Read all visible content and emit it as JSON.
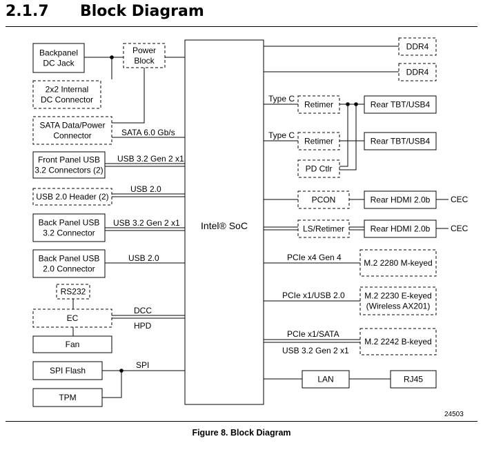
{
  "section": {
    "number": "2.1.7",
    "title": "Block Diagram"
  },
  "blocks": {
    "backpanel_dc_jack": [
      "Backpanel",
      "DC Jack"
    ],
    "power_block": [
      "Power",
      "Block"
    ],
    "internal_dc": [
      "2x2 Internal",
      "DC Connector"
    ],
    "sata_conn": [
      "SATA Data/Power",
      "Connector"
    ],
    "front_usb": [
      "Front Panel USB",
      "3.2 Connectors (2)"
    ],
    "usb2_header": [
      "USB 2.0 Header (2)"
    ],
    "back_usb32": [
      "Back Panel USB",
      "3.2 Connector"
    ],
    "back_usb20": [
      "Back Panel USB",
      "2.0 Connector"
    ],
    "rs232": [
      "RS232"
    ],
    "ec": [
      "EC"
    ],
    "fan": [
      "Fan"
    ],
    "spi_flash": [
      "SPI Flash"
    ],
    "tpm": [
      "TPM"
    ],
    "soc": "Intel® SoC",
    "ddr4_1": [
      "DDR4"
    ],
    "ddr4_2": [
      "DDR4"
    ],
    "retimer_1": [
      "Retimer"
    ],
    "retimer_2": [
      "Retimer"
    ],
    "pd_ctlr": [
      "PD Ctlr"
    ],
    "rear_tbt_1": [
      "Rear TBT/USB4"
    ],
    "rear_tbt_2": [
      "Rear TBT/USB4"
    ],
    "pcon": [
      "PCON"
    ],
    "ls_retimer": [
      "LS/Retimer"
    ],
    "rear_hdmi_1": [
      "Rear HDMI 2.0b"
    ],
    "rear_hdmi_2": [
      "Rear HDMI 2.0b"
    ],
    "m2_2280": [
      "M.2 2280 M-keyed"
    ],
    "m2_2230": [
      "M.2 2230 E-keyed",
      "(Wireless AX201)"
    ],
    "m2_2242": [
      "M.2 2242 B-keyed"
    ],
    "lan": [
      "LAN"
    ],
    "rj45": [
      "RJ45"
    ]
  },
  "labels": {
    "sata": "SATA 6.0 Gb/s",
    "front_usb": "USB 3.2 Gen 2 x1",
    "usb2_header": "USB 2.0",
    "back_usb32": "USB 3.2 Gen 2 x1",
    "back_usb20": "USB 2.0",
    "dcc": "DCC",
    "hpd": "HPD",
    "spi": "SPI",
    "typec_1": "Type C",
    "typec_2": "Type C",
    "cec_1": "CEC",
    "cec_2": "CEC",
    "pcie_x4": "PCIe x4 Gen 4",
    "pcie_usb": "PCIe x1/USB 2.0",
    "pcie_sata": "PCIe x1/SATA",
    "usb32_bot": "USB 3.2 Gen 2 x1"
  },
  "figure_id": "24503",
  "caption": "Figure 8.  Block Diagram"
}
